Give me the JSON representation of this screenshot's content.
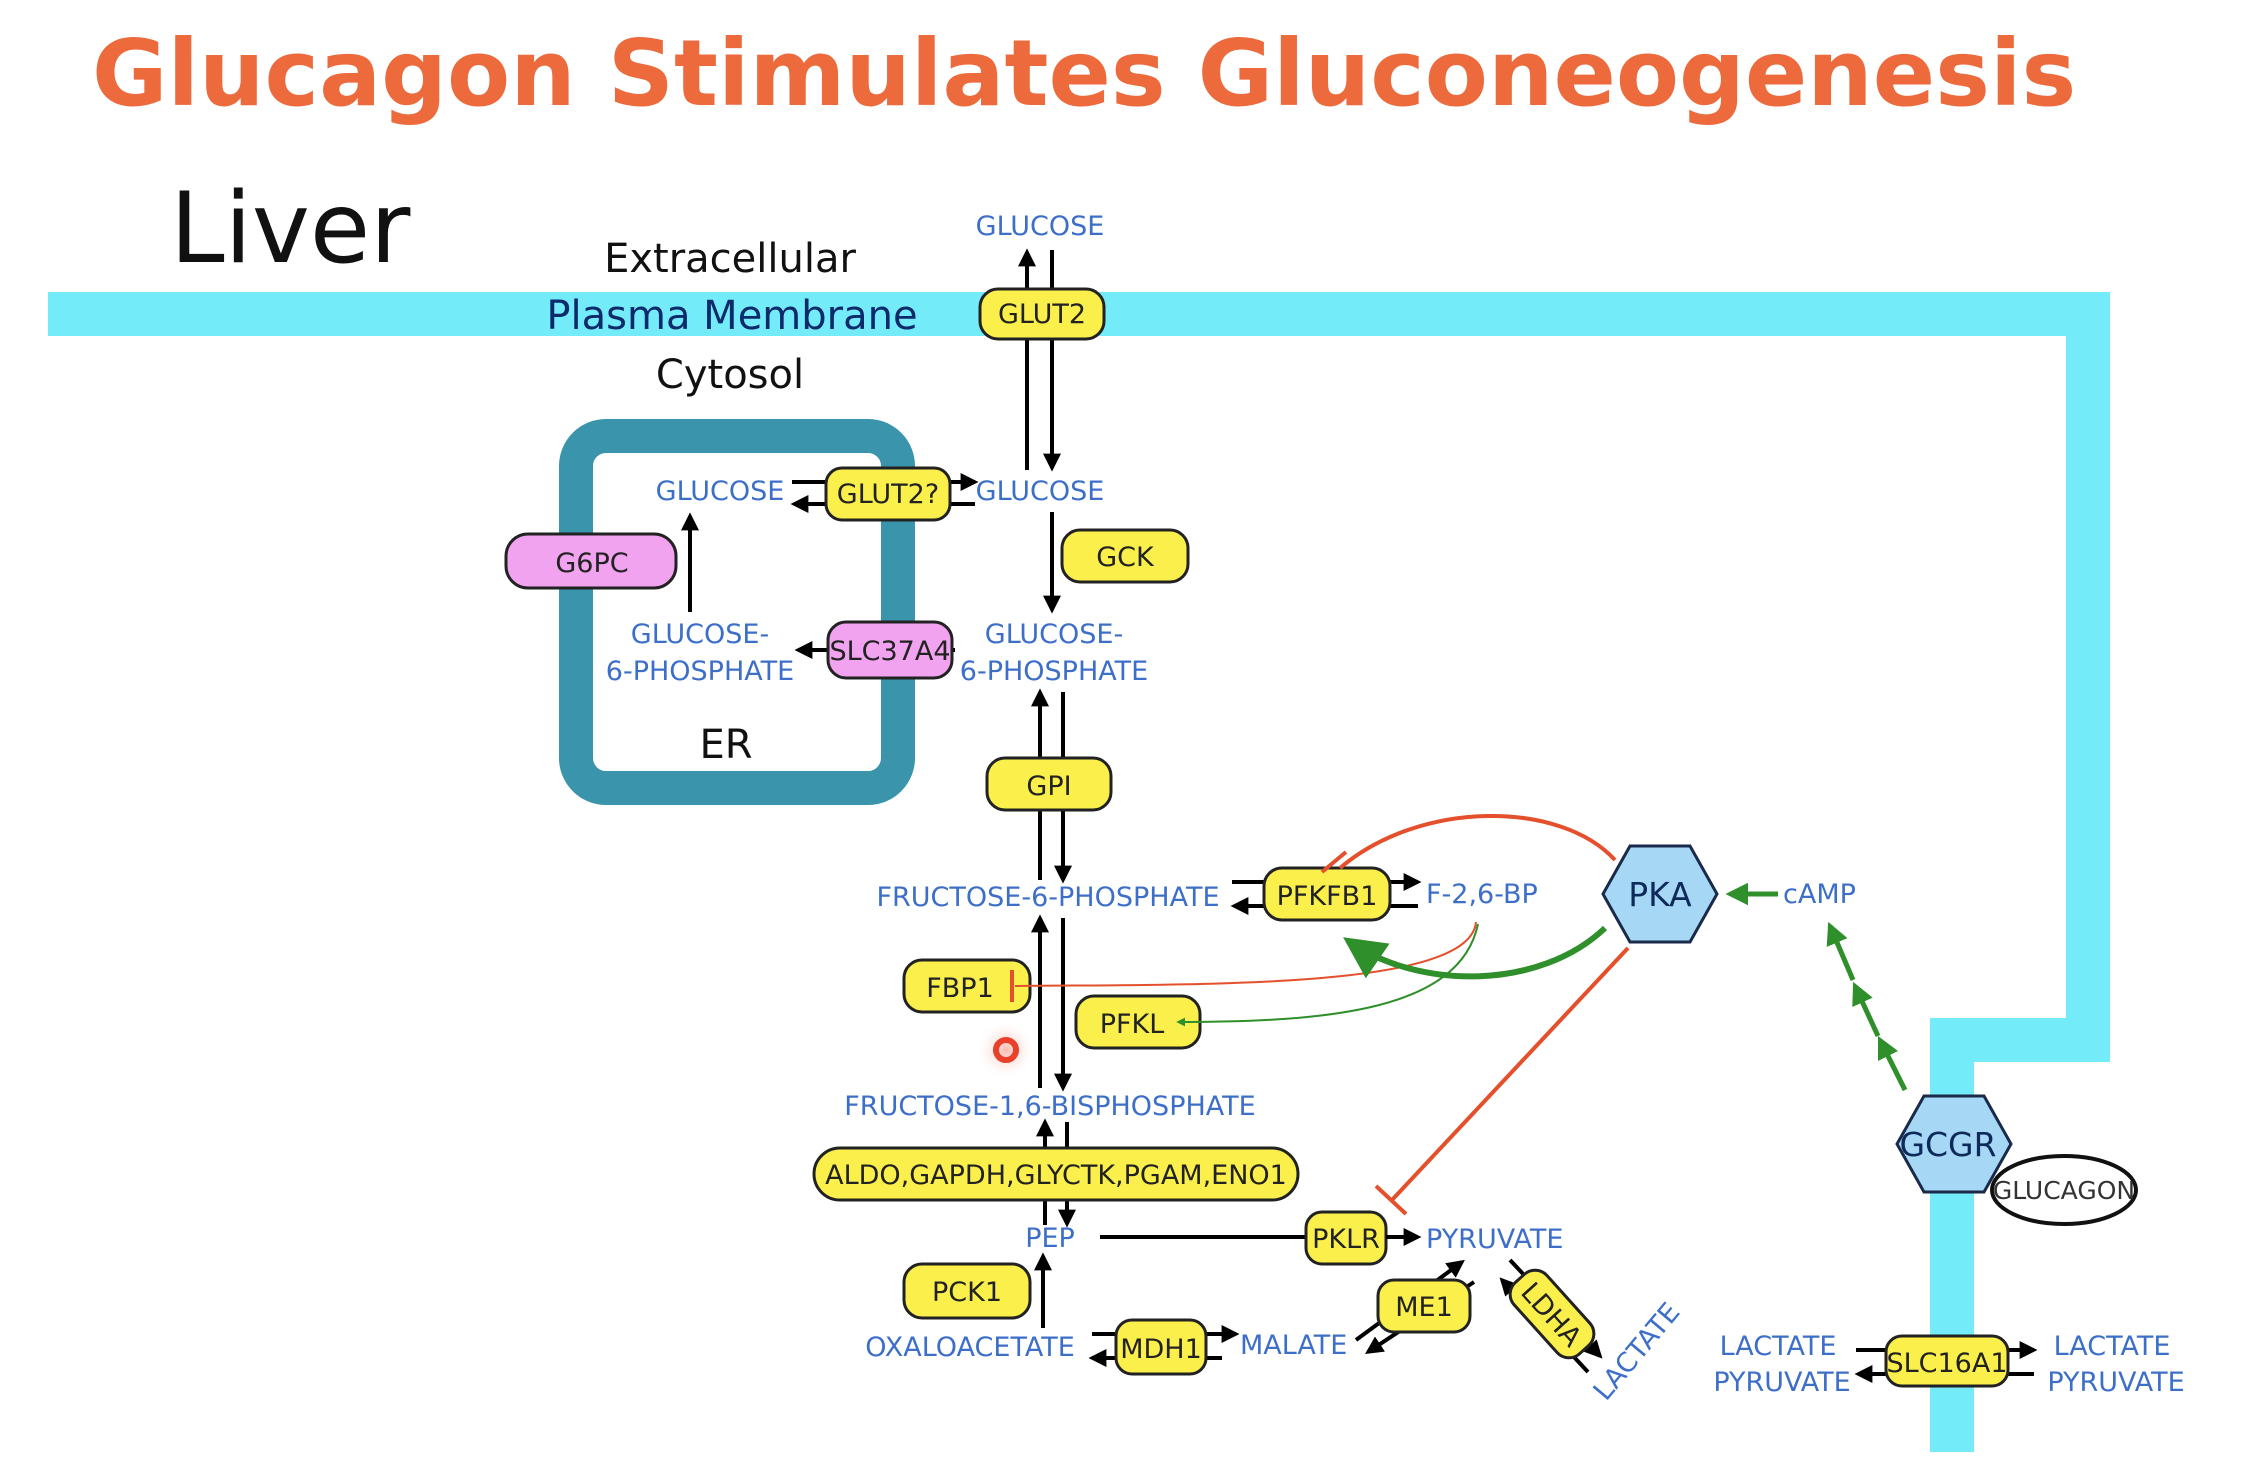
{
  "title": "Glucagon Stimulates Gluconeogenesis",
  "tissue": "Liver",
  "regions": {
    "extracellular": "Extracellular",
    "membrane": "Plasma Membrane",
    "cytosol": "Cytosol",
    "er": "ER"
  },
  "metabolites": {
    "glucose_extracellular": "GLUCOSE",
    "glucose_cytosol": "GLUCOSE",
    "glucose_er": "GLUCOSE",
    "g6p_cytosol_1": "GLUCOSE-",
    "g6p_cytosol_2": "6-PHOSPHATE",
    "g6p_er_1": "GLUCOSE-",
    "g6p_er_2": "6-PHOSPHATE",
    "f6p": "FRUCTOSE-6-PHOSPHATE",
    "f26bp": "F-2,6-BP",
    "f16bp": "FRUCTOSE-1,6-BISPHOSPHATE",
    "pep": "PEP",
    "oxaloacetate": "OXALOACETATE",
    "malate": "MALATE",
    "pyruvate": "PYRUVATE",
    "lactate": "LACTATE",
    "camp": "cAMP",
    "lactate_in": "LACTATE",
    "pyruvate_in": "PYRUVATE",
    "lactate_out": "LACTATE",
    "pyruvate_out": "PYRUVATE"
  },
  "enzymes": {
    "glut2": "GLUT2",
    "glut2_er": "GLUT2?",
    "gck": "GCK",
    "g6pc": "G6PC",
    "slc37a4": "SLC37A4",
    "gpi": "GPI",
    "pfkfb1": "PFKFB1",
    "fbp1": "FBP1",
    "pfkl": "PFKL",
    "glycolytic_group": "ALDO,GAPDH,GLYCTK,PGAM,ENO1",
    "pck1": "PCK1",
    "mdh1": "MDH1",
    "pklr": "PKLR",
    "me1": "ME1",
    "ldha": "LDHA",
    "slc16a1": "SLC16A1"
  },
  "signaling": {
    "pka": "PKA",
    "gcgr": "GCGR",
    "glucagon": "GLUCAGON"
  },
  "colors": {
    "title": "#ec6a3c",
    "membrane": "#74ebf9",
    "er": "#3a94ab",
    "enzyme": "#fbf04b",
    "er_enzyme": "#f1a3f0",
    "kinase": "#a6d8f5",
    "metabolite_text": "#3d6fc9",
    "activation": "#2f8f2a",
    "inhibition": "#e4502c"
  }
}
